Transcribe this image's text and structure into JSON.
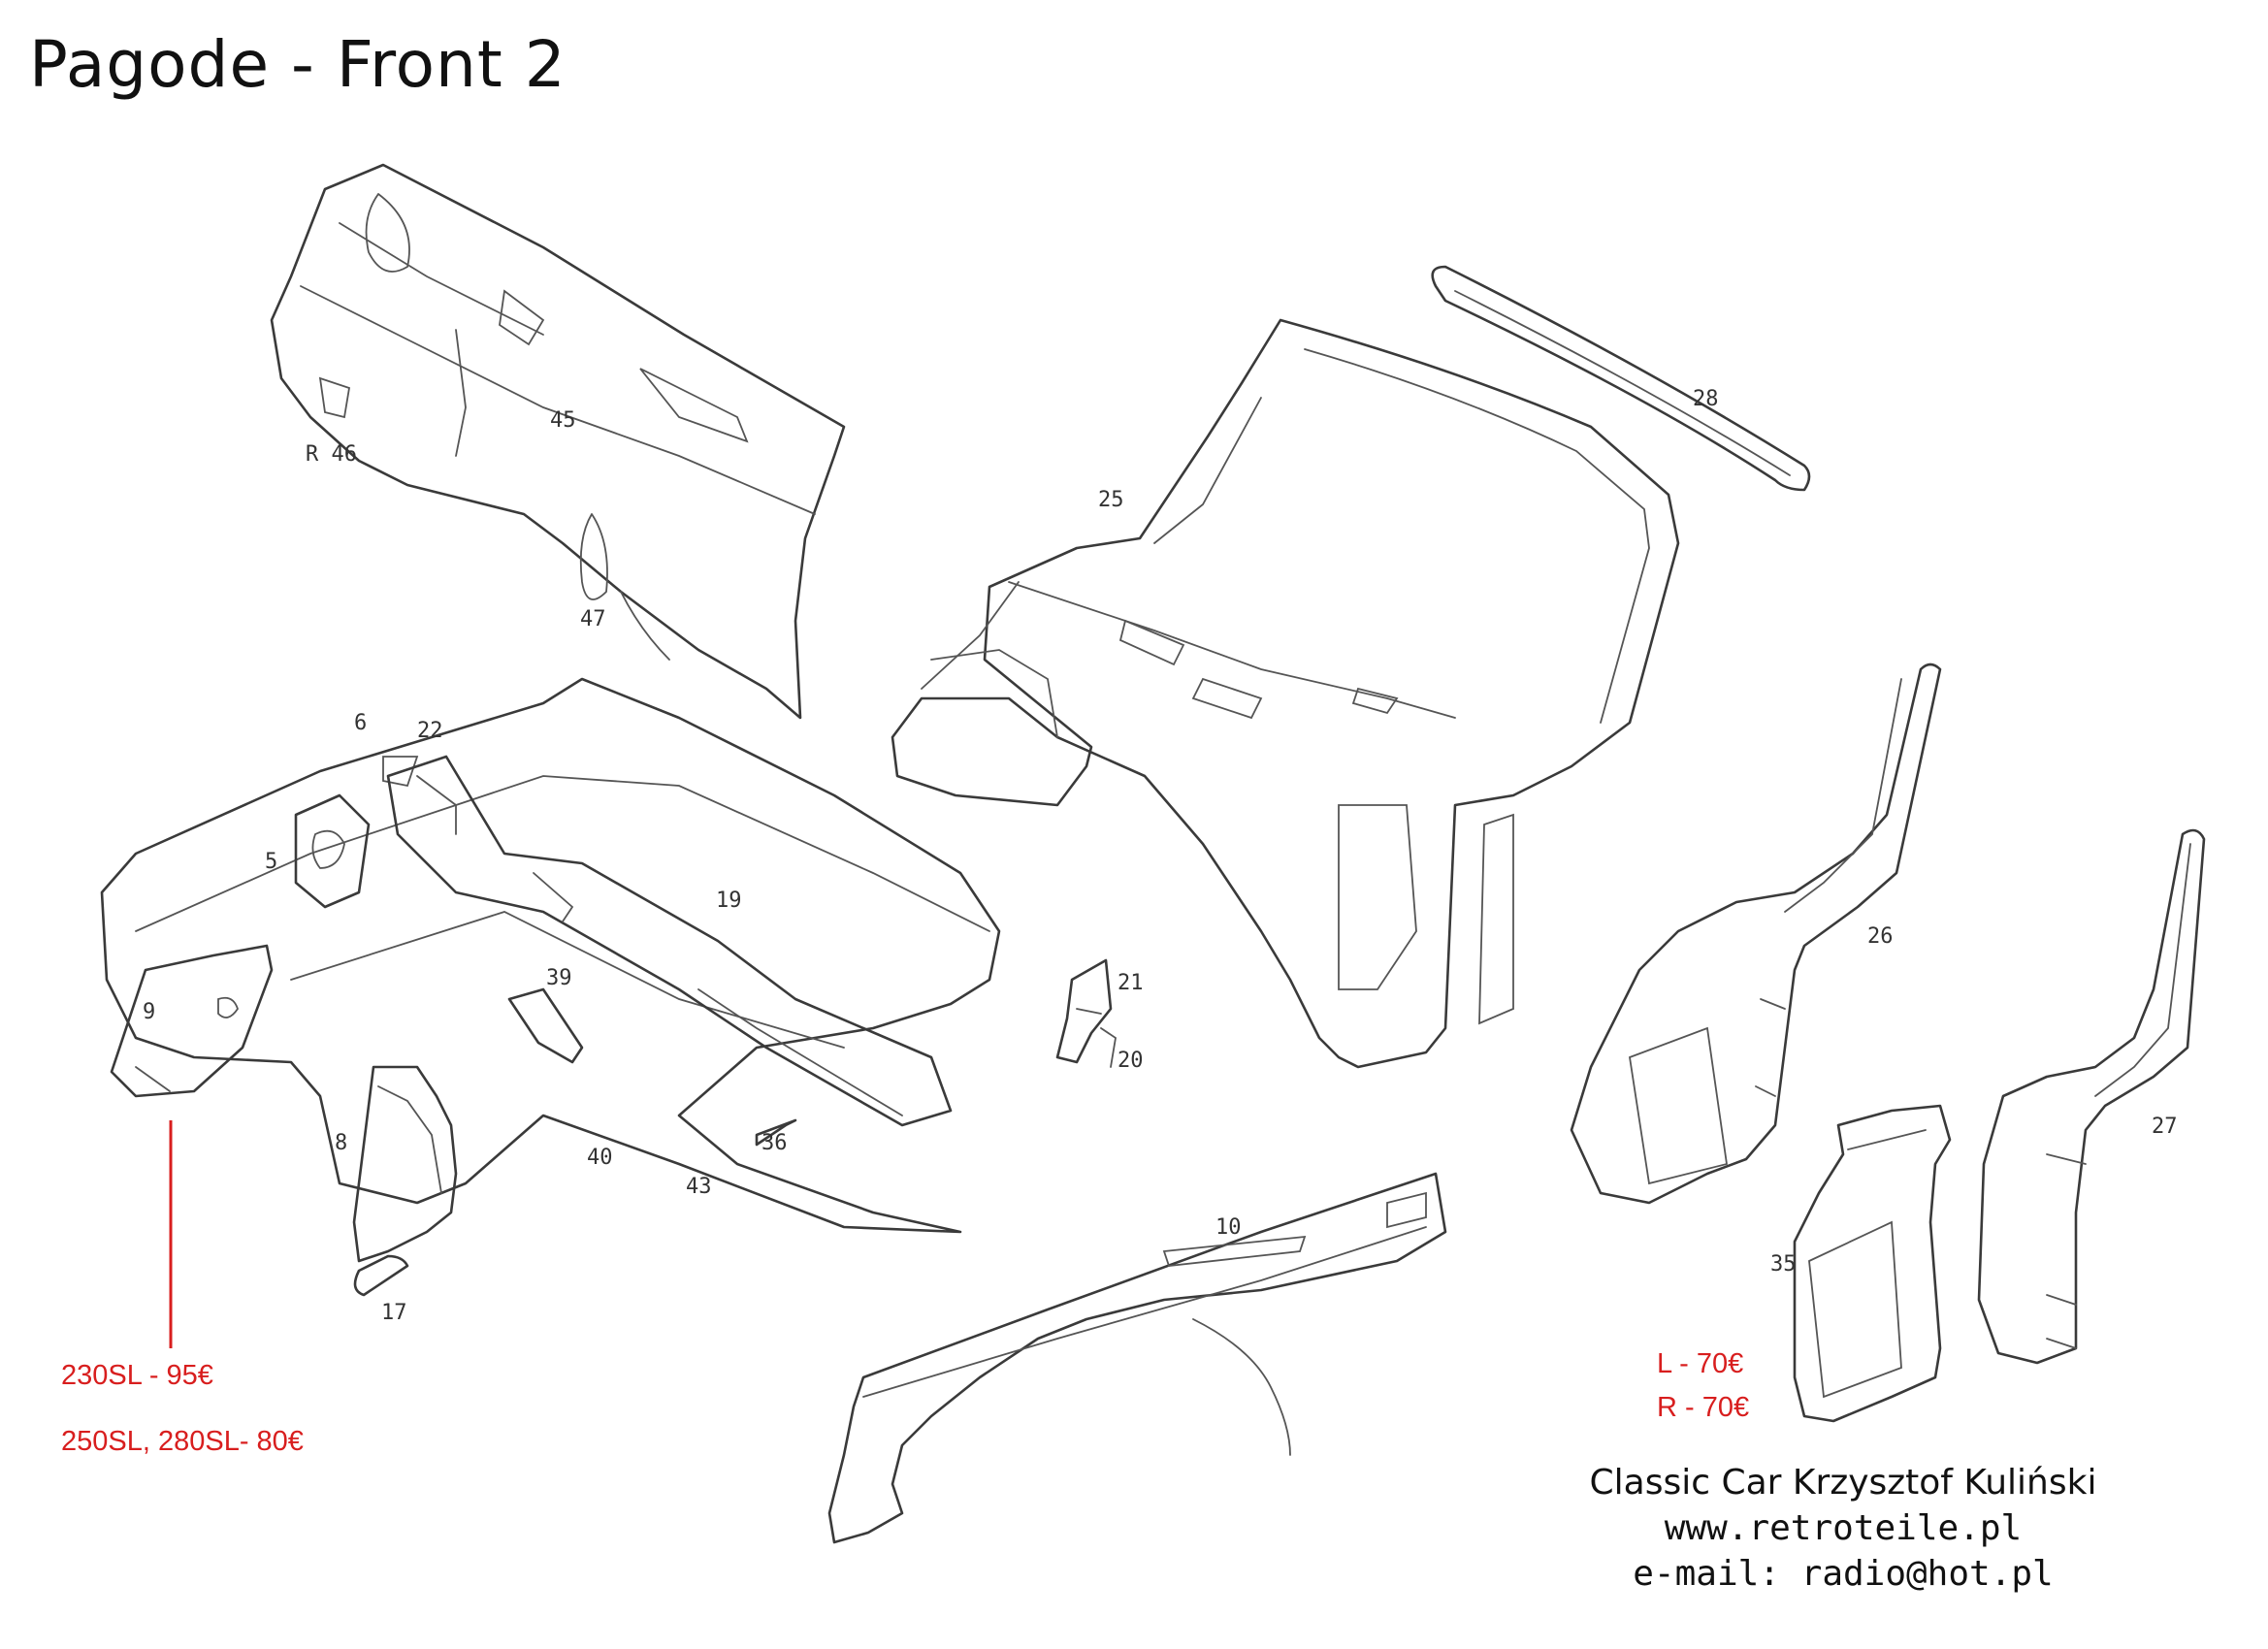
{
  "title": "Pagode - Front 2",
  "part_numbers": {
    "p45": "45",
    "pR46": "R 46",
    "p47": "47",
    "p6": "6",
    "p22": "22",
    "p5": "5",
    "p19": "19",
    "p9": "9",
    "p39": "39",
    "p21": "21",
    "p20": "20",
    "p8": "8",
    "p40": "40",
    "p43": "43",
    "p36": "36",
    "p17": "17",
    "p10": "10",
    "p25": "25",
    "p28": "28",
    "p26": "26",
    "p27": "27",
    "p35": "35"
  },
  "prices": {
    "part9_230sl": "230SL - 95€",
    "part9_250_280sl": "250SL, 280SL- 80€",
    "part35_left": "L - 70€",
    "part35_right": "R - 70€"
  },
  "footer": {
    "company": "Classic Car Krzysztof Kuliński",
    "website": "www.retroteile.pl",
    "email": "e-mail: radio@hot.pl"
  },
  "colors": {
    "price_text": "#d81e1e",
    "line_art": "#3a3a3a"
  }
}
